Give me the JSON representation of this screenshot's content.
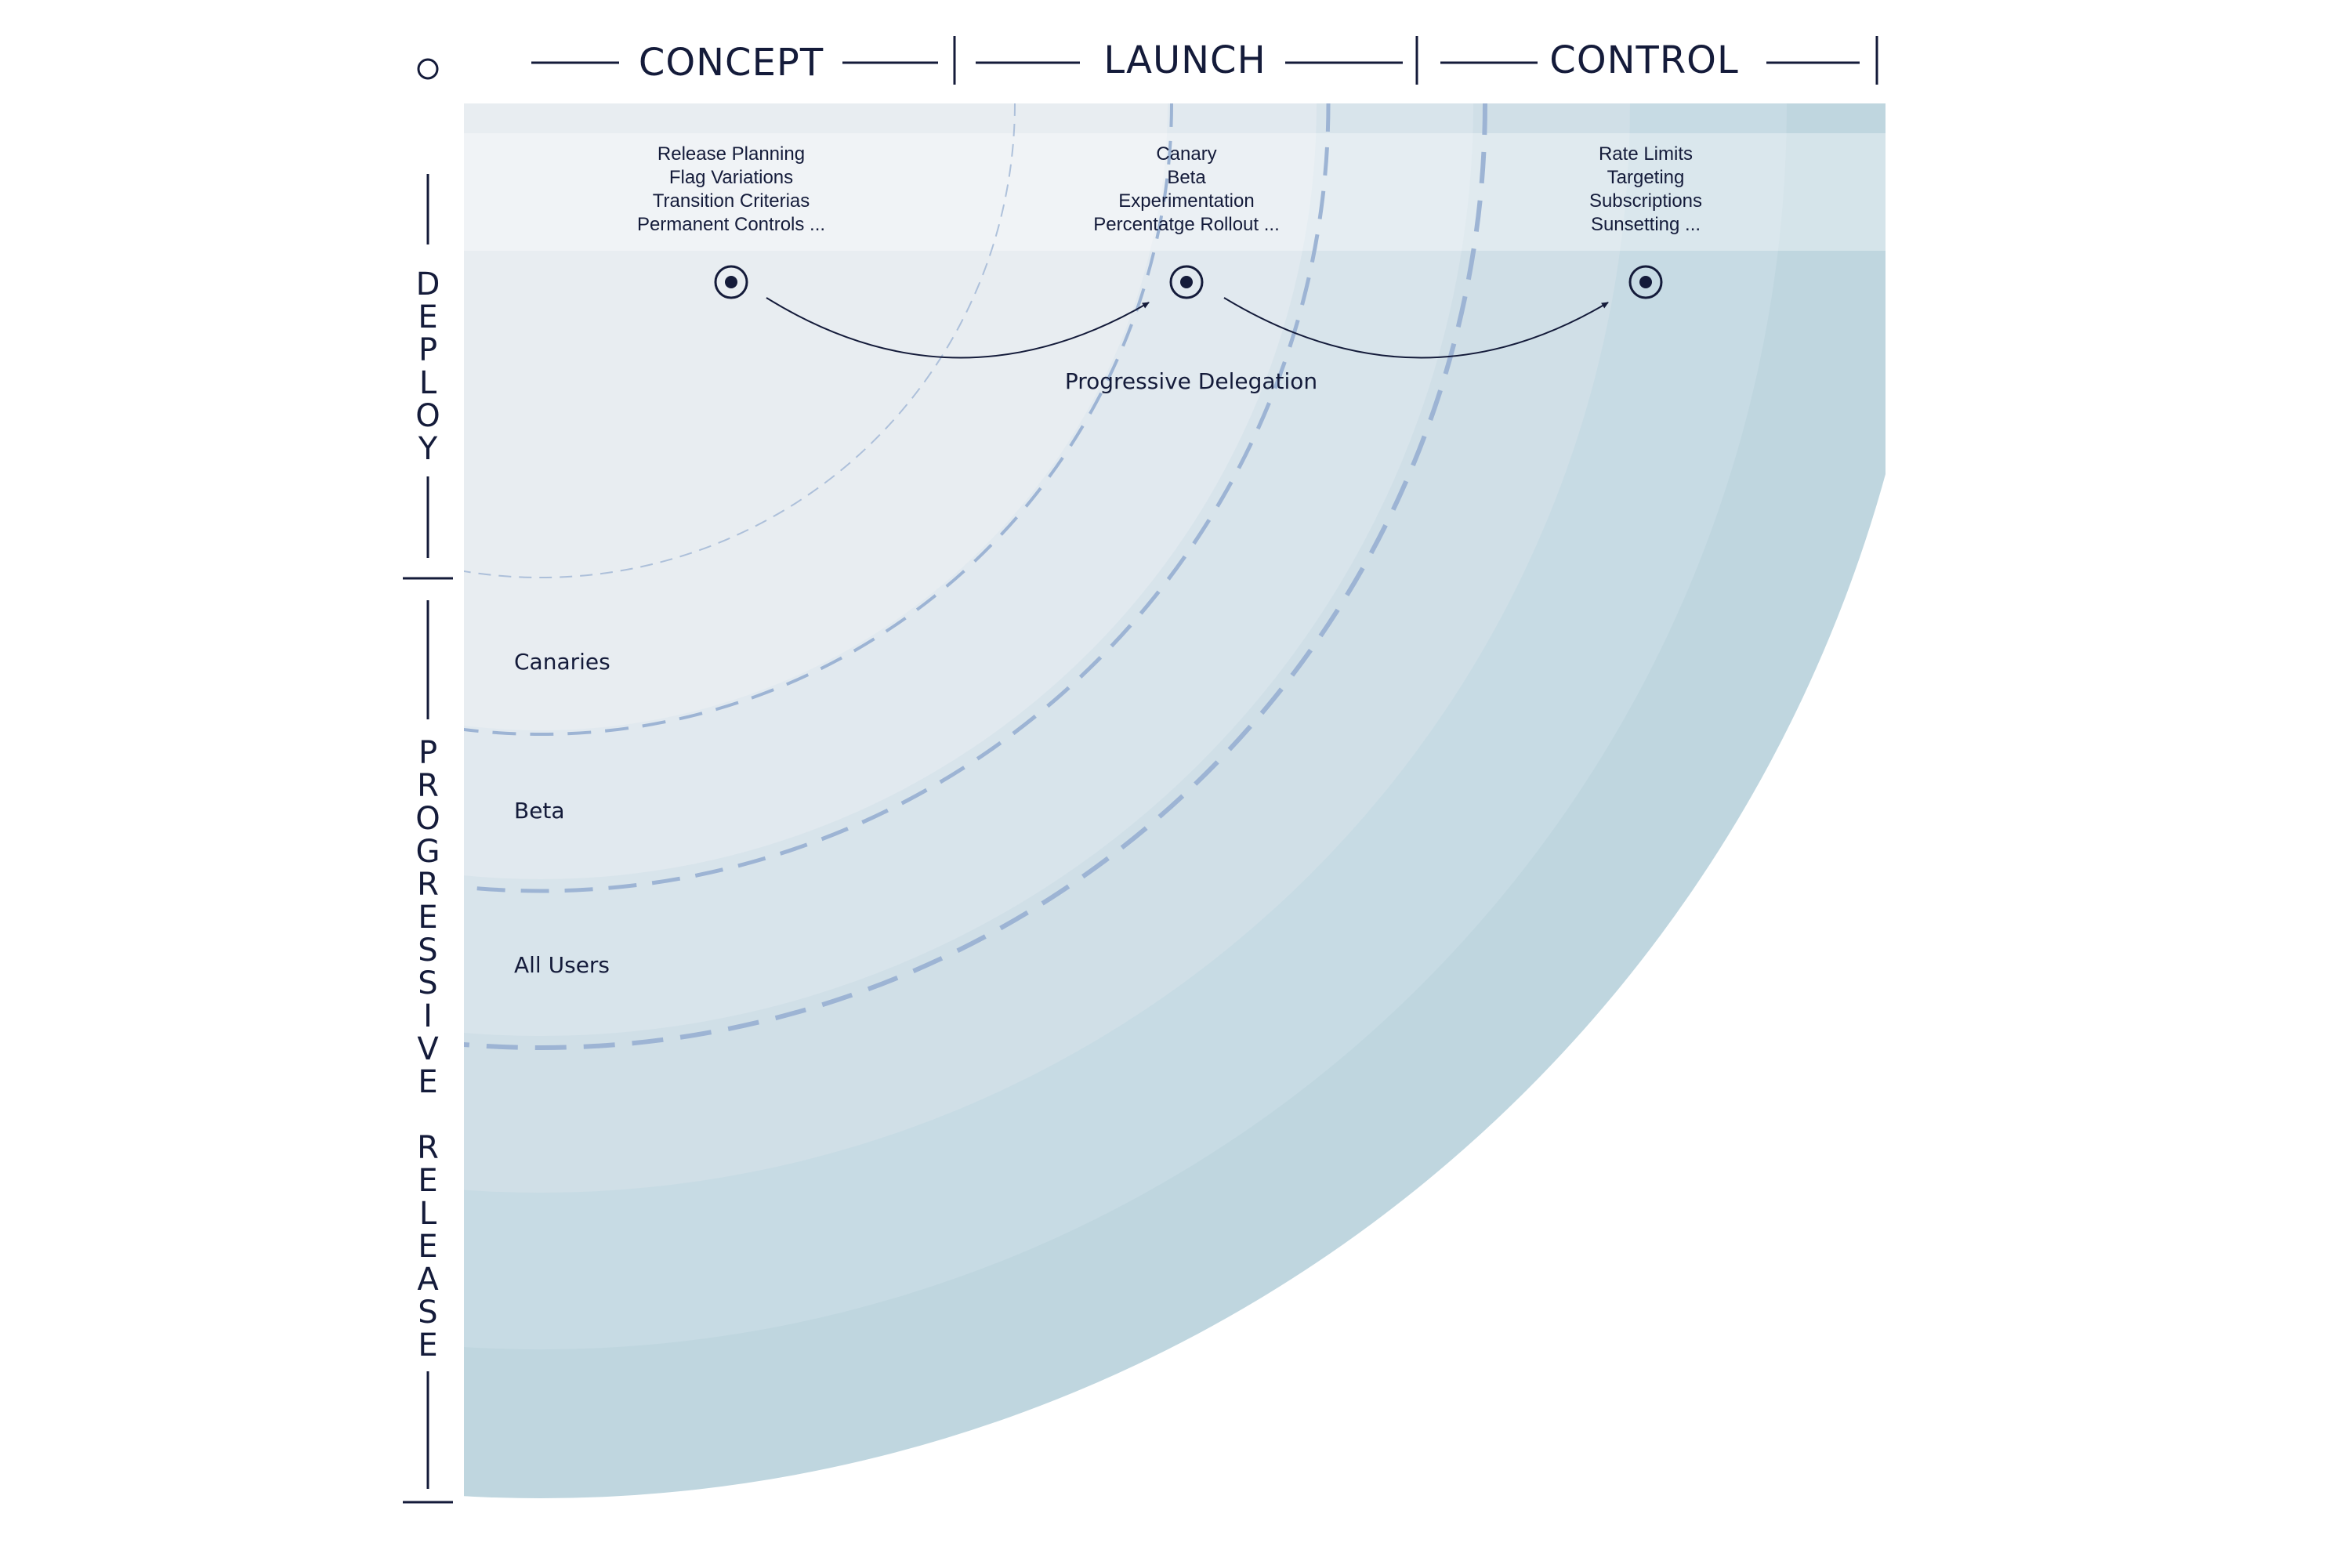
{
  "colors": {
    "ring1": "#e8edf1",
    "ring2": "#e1e9ef",
    "ring3": "#d8e4eb",
    "ring4": "#d0dfe7",
    "ring5": "#c7dbe4",
    "ring6": "#bfd6df",
    "band": "#ffffff",
    "dashed": "#9db4d4",
    "ink": "#141b3a"
  },
  "phases": {
    "concept": {
      "title": "CONCEPT",
      "features": [
        "Release Planning",
        "Flag Variations",
        "Transition Criterias",
        "Permanent Controls ..."
      ]
    },
    "launch": {
      "title": "LAUNCH",
      "features": [
        "Canary",
        "Beta",
        "Experimentation",
        "Percentatge Rollout ..."
      ]
    },
    "control": {
      "title": "CONTROL",
      "features": [
        "Rate Limits",
        "Targeting",
        "Subscriptions",
        "Sunsetting ..."
      ]
    }
  },
  "delegation_label": "Progressive Delegation",
  "audiences": [
    "Canaries",
    "Beta",
    "All Users"
  ],
  "axis": {
    "deploy": "DEPLOY",
    "progressive_release": "PROGRESSIVE RELEASE"
  }
}
